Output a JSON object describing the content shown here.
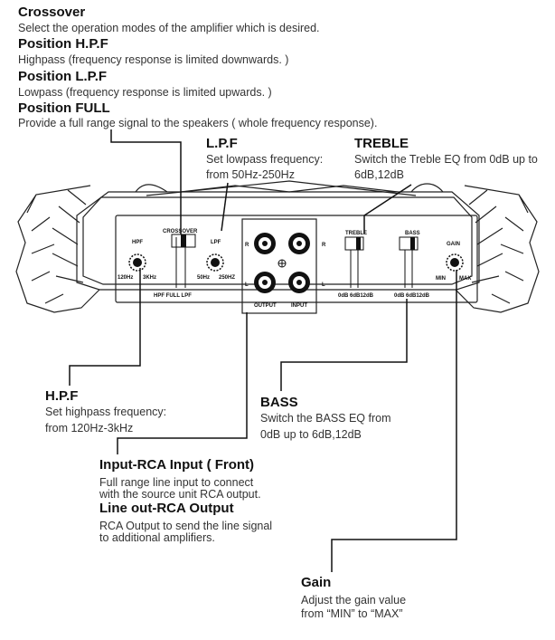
{
  "top": {
    "crossover_title": "Crossover",
    "crossover_desc": "Select the operation modes of the amplifier which is desired.",
    "hpf_title": "Position H.P.F",
    "hpf_desc": "Highpass (frequency response  is limited downwards. )",
    "lpf_title": "Position L.P.F",
    "lpf_desc": "Lowpass (frequency response  is limited upwards. )",
    "full_title": "Position FULL",
    "full_desc": "Provide a full range signal to the speakers ( whole frequency response)."
  },
  "lpf": {
    "title": "L.P.F",
    "line1": "Set lowpass frequency:",
    "line2": "from 50Hz-250Hz"
  },
  "treble": {
    "title": "TREBLE",
    "line1": "Switch the Treble EQ from 0dB up to",
    "line2": "6dB,12dB"
  },
  "hpf": {
    "title": "H.P.F",
    "line1": "Set highpass frequency:",
    "line2": "from 120Hz-3kHz"
  },
  "bass": {
    "title": "BASS",
    "line1": "Switch the BASS EQ from",
    "line2": "0dB up to 6dB,12dB"
  },
  "input": {
    "title": "Input-RCA Input ( Front)",
    "line1": "Full range line input to connect",
    "line2": "with the source unit RCA output."
  },
  "lineout": {
    "title": "Line out-RCA Output",
    "line1": "RCA Output to send the line signal",
    "line2": "to additional amplifiers."
  },
  "gain": {
    "title": "Gain",
    "line1": "Adjust the gain value",
    "line2": "from  “MIN” to “MAX”"
  },
  "panel": {
    "hpf": "HPF",
    "hpf_min": "120Hz",
    "hpf_max": "3KHz",
    "crossover": "CROSSOVER",
    "cross_opts": "HPF FULL  LPF",
    "lpf": "LPF",
    "lpf_min": "50Hz",
    "lpf_max": "250HZ",
    "r1": "R",
    "l1": "L",
    "r2": "R",
    "l2": "L",
    "output": "OUTPUT",
    "input": "INPUT",
    "treble": "TREBLE",
    "treble_opts": "0dB 6dB12dB",
    "bass": "BASS",
    "bass_opts": "0dB 6dB12dB",
    "gain": "GAIN",
    "gain_min": "MIN",
    "gain_max": "MAX"
  }
}
